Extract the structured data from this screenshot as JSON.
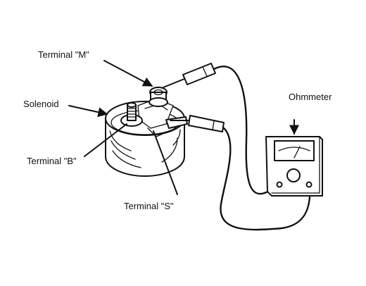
{
  "labels": {
    "terminal_m": "Terminal \"M\"",
    "solenoid": "Solenoid",
    "terminal_b": "Terminal \"B\"",
    "terminal_s": "Terminal \"S\"",
    "ohmmeter": "Ohmmeter"
  },
  "colors": {
    "ink": "#111111",
    "background": "#ffffff"
  }
}
